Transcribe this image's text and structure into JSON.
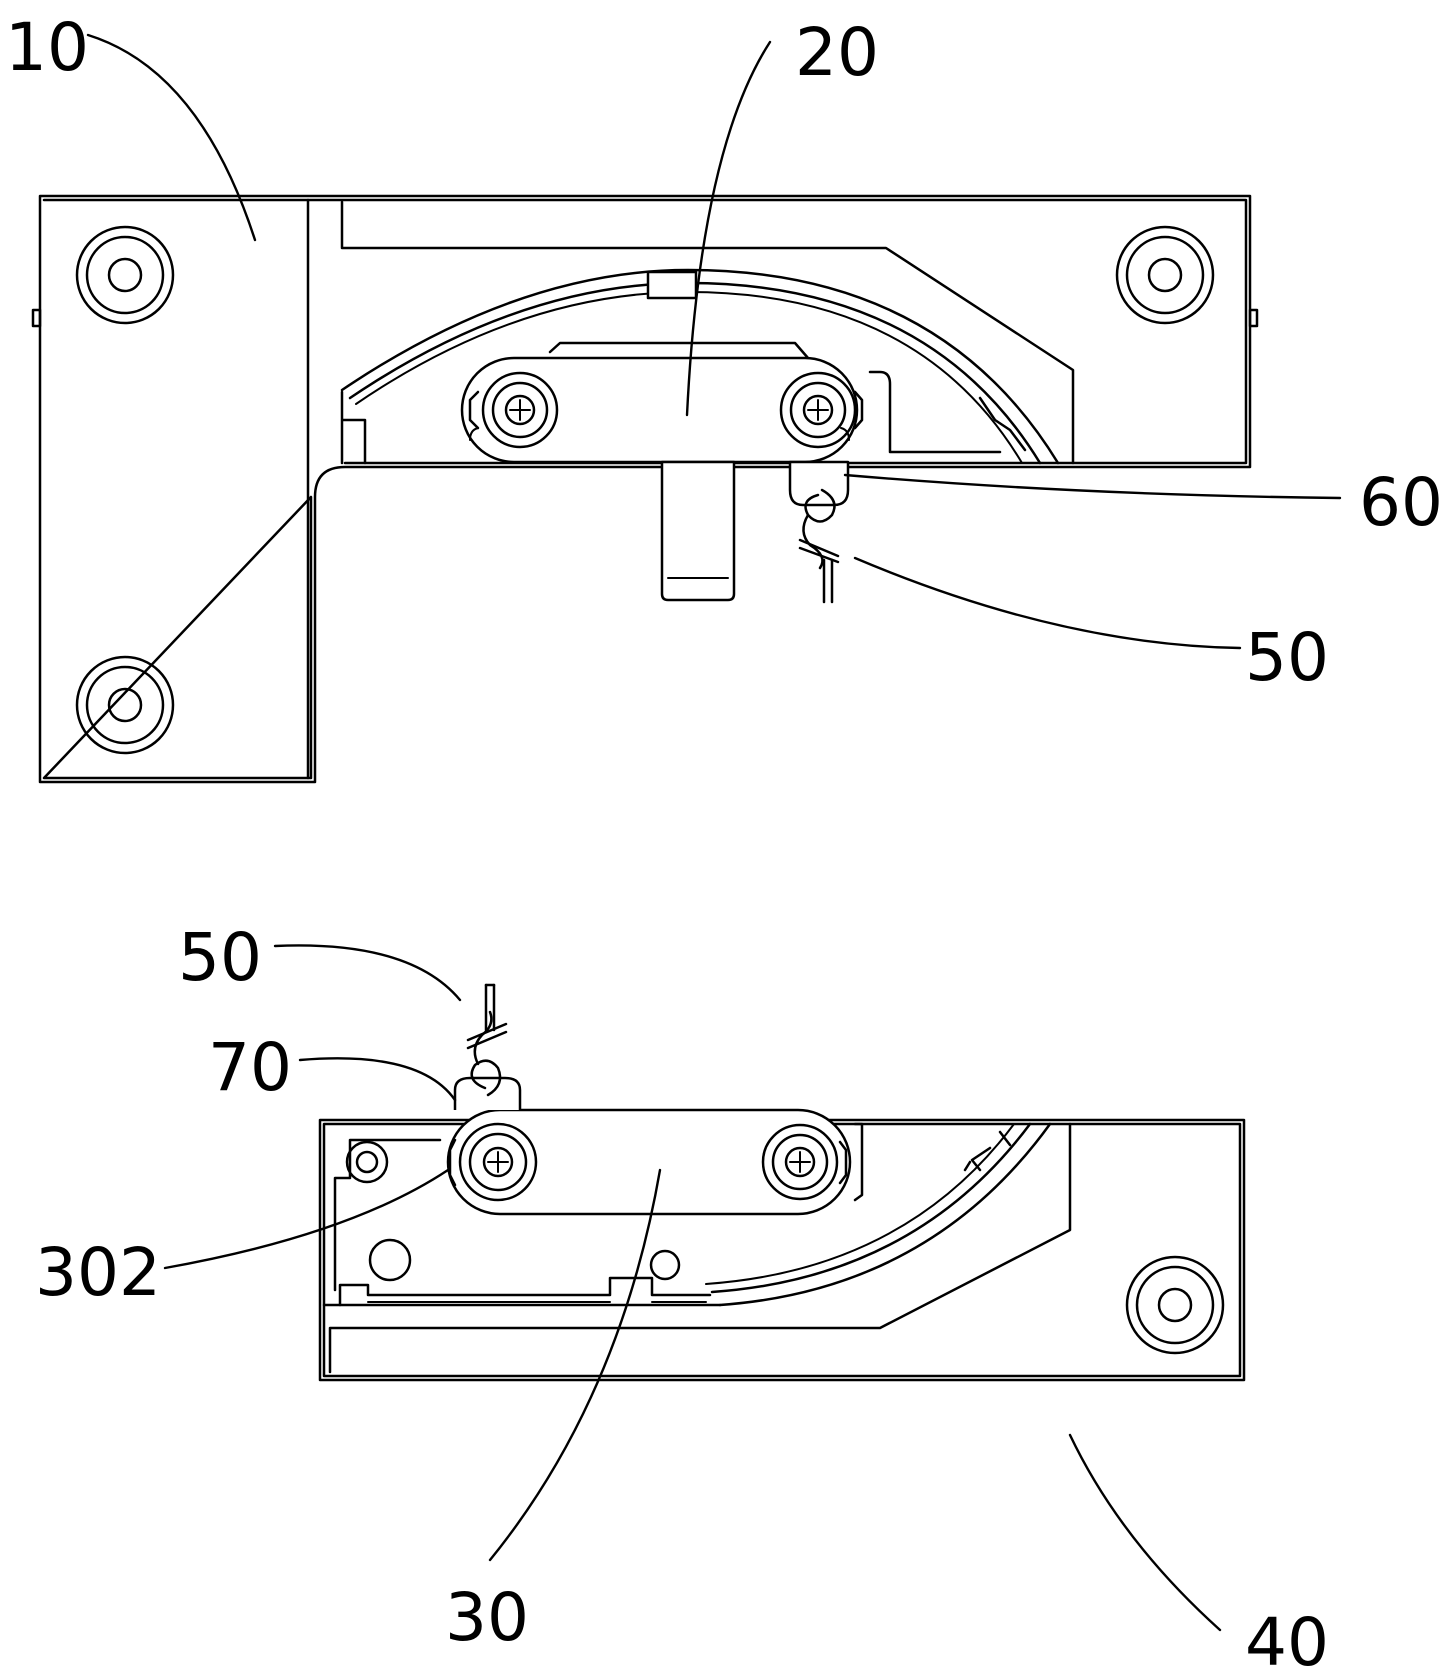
{
  "labels": {
    "part_10": "10",
    "part_20": "20",
    "part_60": "60",
    "part_50_top": "50",
    "part_50_bottom": "50",
    "part_70": "70",
    "part_302": "302",
    "part_30": "30",
    "part_40": "40"
  }
}
